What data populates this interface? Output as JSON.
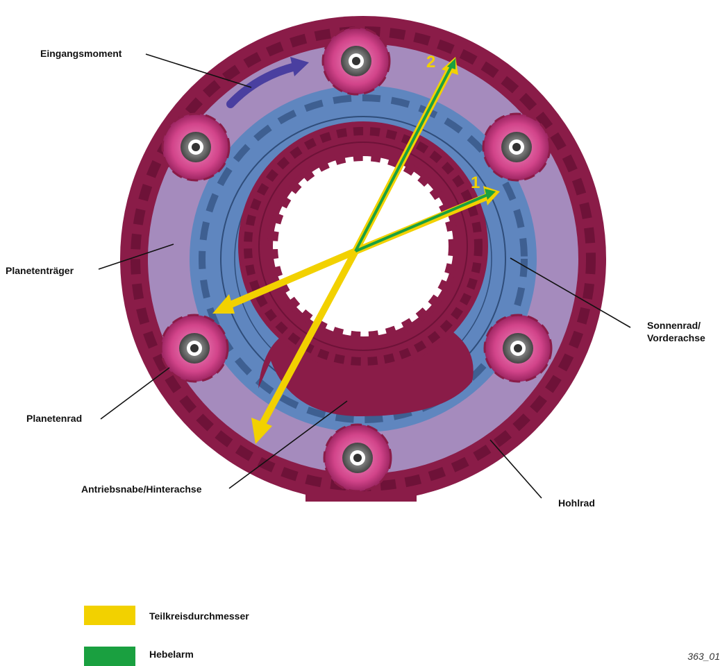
{
  "labels": {
    "eingangsmoment": "Eingangsmoment",
    "planetentraeger": "Planetenträger",
    "planetenrad": "Planetenrad",
    "antriebsnabe": "Antriebsnabe/Hinterachse",
    "sonnenrad_line1": "Sonnenrad/",
    "sonnenrad_line2": "Vorderachse",
    "hohlrad": "Hohlrad"
  },
  "arrow_numbers": {
    "one": "1",
    "two": "2"
  },
  "legend": [
    {
      "label": "Teilkreisdurchmesser",
      "color": "#f2d100"
    },
    {
      "label": "Hebelarm",
      "color": "#1aa040"
    }
  ],
  "figure_id": "363_01",
  "colors": {
    "ring_gear": "#8a1c48",
    "ring_gear_dark": "#6e1238",
    "carrier": "#a58bbd",
    "sun_gear": "#5f86bf",
    "hub": "#8a1c48",
    "planet": "#d2448a",
    "input_arrow": "#4a3fa0",
    "yellow": "#f2d100",
    "green": "#1aa040"
  }
}
